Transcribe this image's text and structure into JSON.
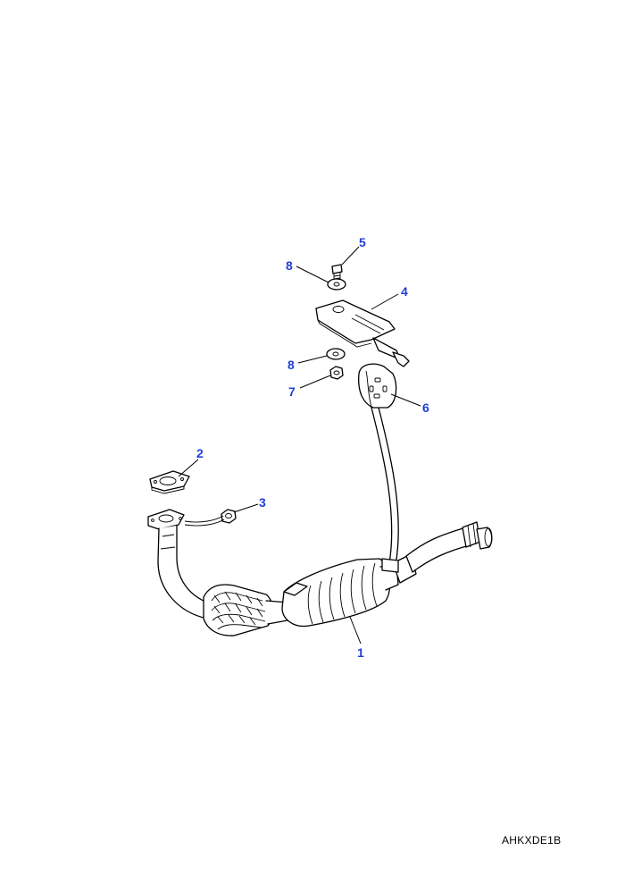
{
  "callouts": [
    {
      "id": "1",
      "label": "1"
    },
    {
      "id": "2",
      "label": "2"
    },
    {
      "id": "3",
      "label": "3"
    },
    {
      "id": "4",
      "label": "4"
    },
    {
      "id": "5",
      "label": "5"
    },
    {
      "id": "6",
      "label": "6"
    },
    {
      "id": "7",
      "label": "7"
    },
    {
      "id": "8a",
      "label": "8"
    },
    {
      "id": "8b",
      "label": "8"
    }
  ],
  "reference_code": "AHKXDE1B",
  "colors": {
    "callout": "#1f3fd6",
    "line": "#000000"
  }
}
